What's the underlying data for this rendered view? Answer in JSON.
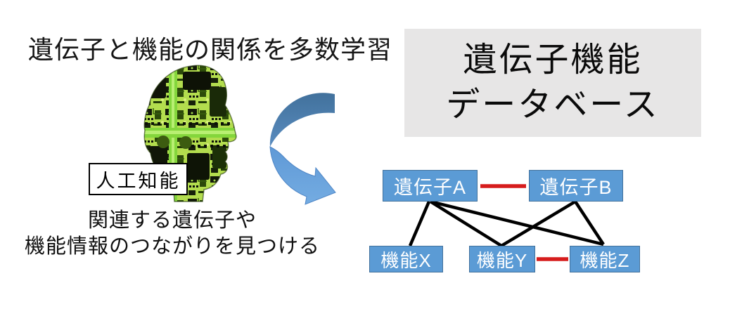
{
  "title": "遺伝子と機能の関係を多数学習",
  "database": {
    "line1": "遺伝子機能",
    "line2": "データベース"
  },
  "ai": {
    "label": "人工知能"
  },
  "caption": {
    "line1": "関連する遺伝子や",
    "line2": "機能情報のつながりを見つける"
  },
  "colors": {
    "database_bg": "#e7e6e6",
    "node_fill": "#5b9bd5",
    "node_border": "#41719c",
    "node_text": "#ffffff",
    "edge_black": "#000000",
    "edge_red": "#d61c1c",
    "arrow_dark": "#4a7aae",
    "arrow_light": "#6ea6e0",
    "head_green": "#b3dd4e"
  },
  "network": {
    "nodes": [
      {
        "id": "gene-a",
        "label": "遺伝子A"
      },
      {
        "id": "gene-b",
        "label": "遺伝子B"
      },
      {
        "id": "func-x",
        "label": "機能X"
      },
      {
        "id": "func-y",
        "label": "機能Y"
      },
      {
        "id": "func-z",
        "label": "機能Z"
      }
    ],
    "edges": [
      {
        "from": "遺伝子A",
        "to": "遺伝子B",
        "style": "red"
      },
      {
        "from": "機能Y",
        "to": "機能Z",
        "style": "red"
      },
      {
        "from": "遺伝子A",
        "to": "機能X",
        "style": "black"
      },
      {
        "from": "遺伝子A",
        "to": "機能Y",
        "style": "black"
      },
      {
        "from": "遺伝子A",
        "to": "機能Z",
        "style": "black"
      },
      {
        "from": "遺伝子B",
        "to": "機能Y",
        "style": "black"
      },
      {
        "from": "遺伝子B",
        "to": "機能Z",
        "style": "black"
      }
    ]
  }
}
